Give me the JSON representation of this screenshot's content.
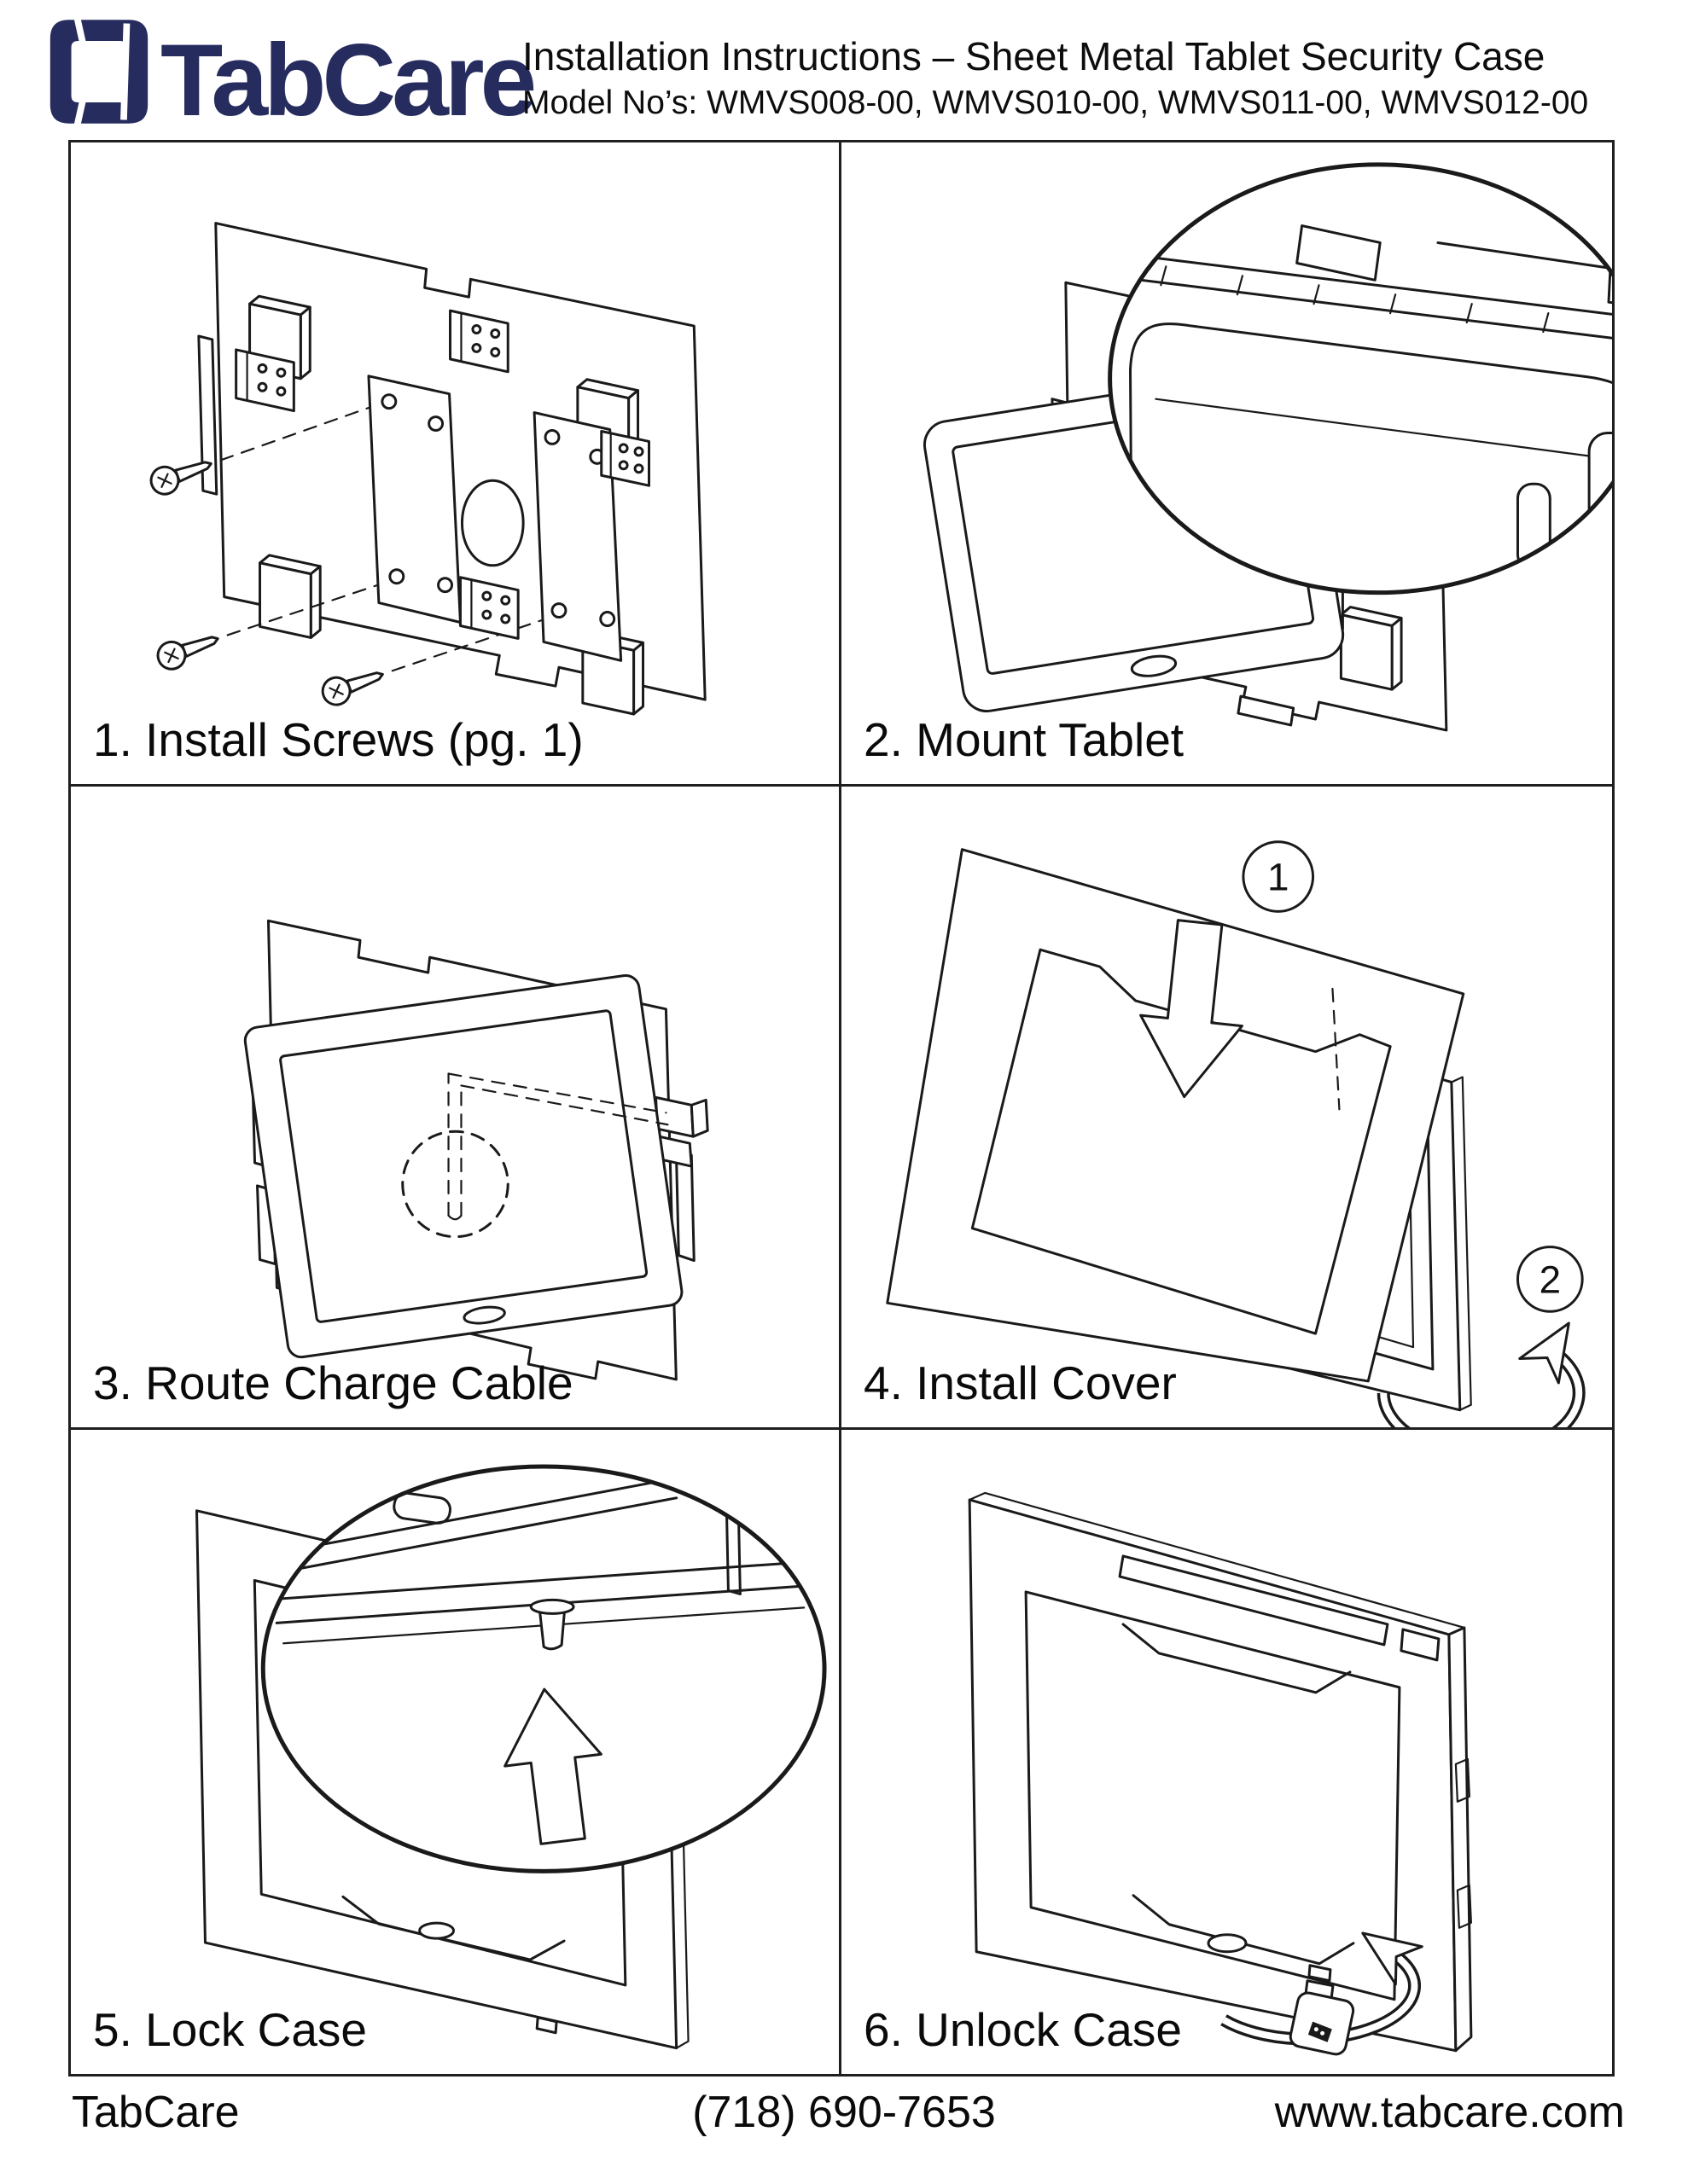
{
  "header": {
    "logo_text": "TabCare",
    "title": "Installation Instructions – Sheet Metal Tablet Security Case",
    "subtitle": "Model No’s: WMVS008-00, WMVS010-00, WMVS011-00, WMVS012-00"
  },
  "steps": [
    {
      "caption": "1. Install Screws (pg. 1)"
    },
    {
      "caption": "2. Mount Tablet"
    },
    {
      "caption": "3. Route Charge Cable"
    },
    {
      "caption": "4. Install Cover",
      "marker1": "1",
      "marker2": "2"
    },
    {
      "caption": "5. Lock Case"
    },
    {
      "caption": "6. Unlock Case"
    }
  ],
  "footer": {
    "brand": "TabCare",
    "phone": "(718) 690-7653",
    "website": "www.tabcare.com"
  },
  "colors": {
    "logo_navy": "#262c5e",
    "ink": "#1a1a1a"
  }
}
